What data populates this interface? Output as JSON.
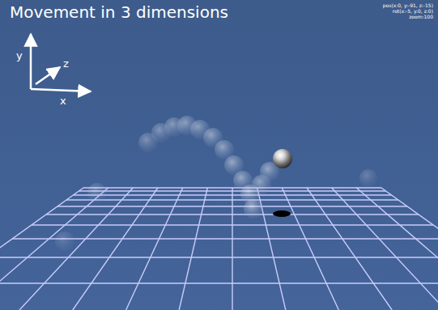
{
  "diagram": {
    "title": "Movement in 3 dimensions",
    "labels": [
      "y",
      "z",
      "x",
      "pos(x:0, y:-91, z:-15)",
      "rot(x:-5, y:0, z:0)",
      "zoom:100"
    ]
  }
}
